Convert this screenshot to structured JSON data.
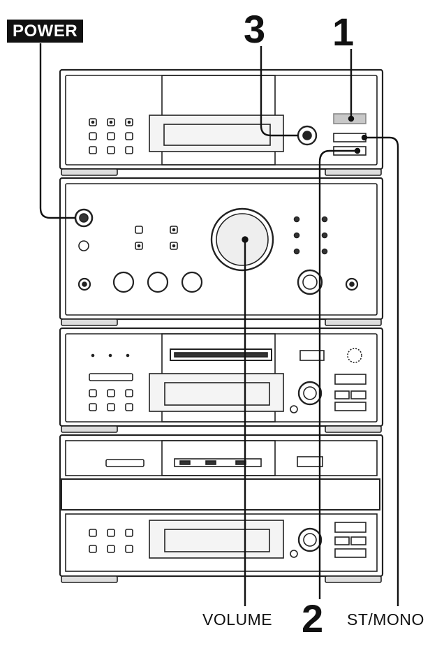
{
  "labels": {
    "power": "POWER",
    "step_1": "1",
    "step_2": "2",
    "step_3": "3",
    "volume": "VOLUME",
    "st_mono": "ST/MONO"
  },
  "colors": {
    "line": "#222222",
    "panel": "#ffffff",
    "display": "#f4f4f4",
    "badge_bg": "#111111",
    "badge_fg": "#ffffff"
  }
}
